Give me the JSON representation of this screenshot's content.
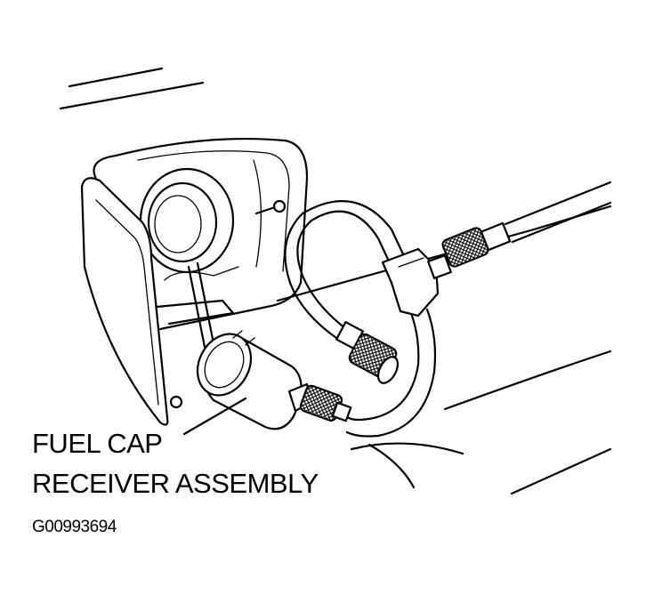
{
  "callout": {
    "line1": "FUEL CAP",
    "line2": "RECEIVER ASSEMBLY"
  },
  "figure_id": "G00993694"
}
